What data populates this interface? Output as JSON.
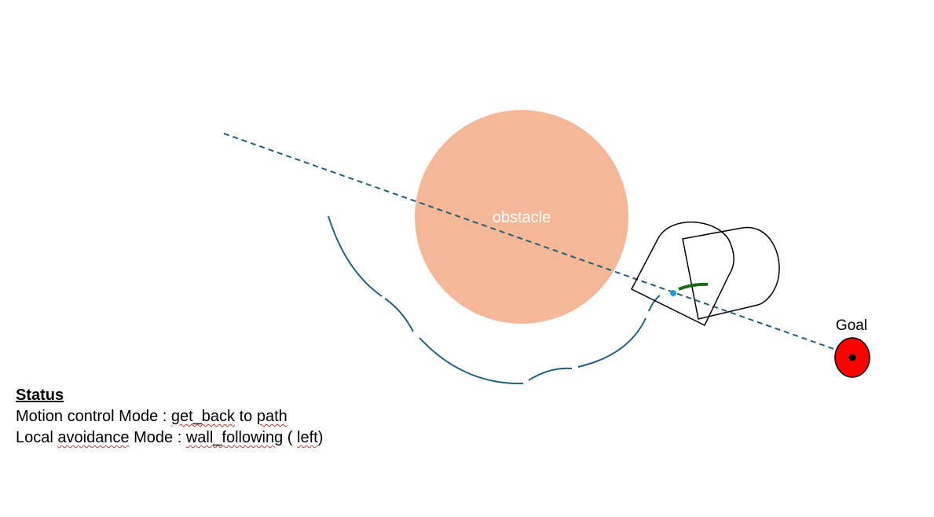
{
  "obstacle": {
    "label": "obstacle",
    "fill": "#f4b899",
    "label_color": "#ffffff"
  },
  "goal": {
    "label": "Goal",
    "fill": "#ff0000",
    "center_dot": "#000000"
  },
  "path_color": "#1f5f7a",
  "trajectory_color": "#1f5f7a",
  "heading_arc_color": "#1a6b1a",
  "robot_point_color": "#1e9ad6",
  "status": {
    "title": "Status",
    "motion_label": "Motion control Mode : ",
    "motion_value": "get_back",
    "motion_suffix_word": "to",
    "motion_suffix_path": "path",
    "avoidance_label_start": "Local ",
    "avoidance_label_word": "avoidance",
    "avoidance_label_end": " Mode : ",
    "avoidance_value": "wall_following",
    "avoidance_open": " ( ",
    "avoidance_side": "left",
    "avoidance_close": ")"
  }
}
